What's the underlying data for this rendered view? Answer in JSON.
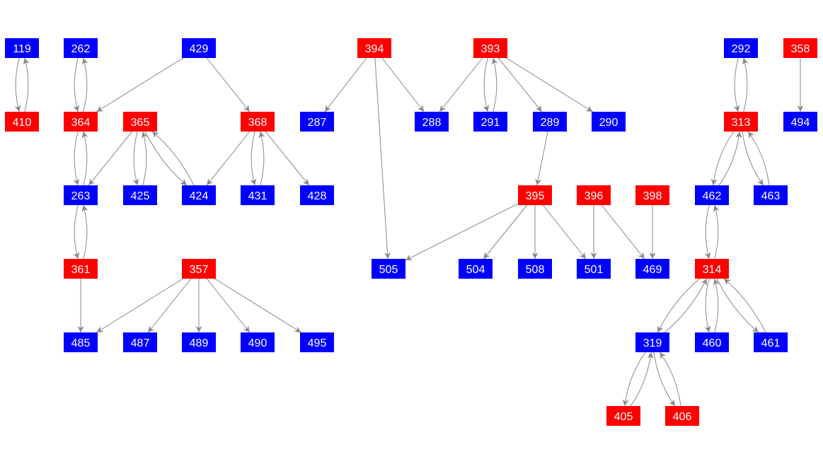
{
  "colors": {
    "red": "#ff0000",
    "blue": "#0000ff",
    "edge": "#888888"
  },
  "nodes": [
    {
      "id": "119",
      "color": "blue"
    },
    {
      "id": "262",
      "color": "blue"
    },
    {
      "id": "429",
      "color": "blue"
    },
    {
      "id": "394",
      "color": "red"
    },
    {
      "id": "393",
      "color": "red"
    },
    {
      "id": "292",
      "color": "blue"
    },
    {
      "id": "358",
      "color": "red"
    },
    {
      "id": "410",
      "color": "red"
    },
    {
      "id": "364",
      "color": "red"
    },
    {
      "id": "365",
      "color": "red"
    },
    {
      "id": "368",
      "color": "red"
    },
    {
      "id": "287",
      "color": "blue"
    },
    {
      "id": "288",
      "color": "blue"
    },
    {
      "id": "291",
      "color": "blue"
    },
    {
      "id": "289",
      "color": "blue"
    },
    {
      "id": "290",
      "color": "blue"
    },
    {
      "id": "313",
      "color": "red"
    },
    {
      "id": "494",
      "color": "blue"
    },
    {
      "id": "263",
      "color": "blue"
    },
    {
      "id": "425",
      "color": "blue"
    },
    {
      "id": "424",
      "color": "blue"
    },
    {
      "id": "431",
      "color": "blue"
    },
    {
      "id": "428",
      "color": "blue"
    },
    {
      "id": "395",
      "color": "red"
    },
    {
      "id": "396",
      "color": "red"
    },
    {
      "id": "398",
      "color": "red"
    },
    {
      "id": "462",
      "color": "blue"
    },
    {
      "id": "463",
      "color": "blue"
    },
    {
      "id": "361",
      "color": "red"
    },
    {
      "id": "357",
      "color": "red"
    },
    {
      "id": "505",
      "color": "blue"
    },
    {
      "id": "504",
      "color": "blue"
    },
    {
      "id": "508",
      "color": "blue"
    },
    {
      "id": "501",
      "color": "blue"
    },
    {
      "id": "469",
      "color": "blue"
    },
    {
      "id": "314",
      "color": "red"
    },
    {
      "id": "485",
      "color": "blue"
    },
    {
      "id": "487",
      "color": "blue"
    },
    {
      "id": "489",
      "color": "blue"
    },
    {
      "id": "490",
      "color": "blue"
    },
    {
      "id": "495",
      "color": "blue"
    },
    {
      "id": "319",
      "color": "blue"
    },
    {
      "id": "460",
      "color": "blue"
    },
    {
      "id": "461",
      "color": "blue"
    },
    {
      "id": "405",
      "color": "red"
    },
    {
      "id": "406",
      "color": "red"
    }
  ],
  "edges": [
    [
      "119",
      "410"
    ],
    [
      "410",
      "119"
    ],
    [
      "262",
      "364"
    ],
    [
      "364",
      "262"
    ],
    [
      "429",
      "364"
    ],
    [
      "429",
      "368"
    ],
    [
      "394",
      "287"
    ],
    [
      "394",
      "288"
    ],
    [
      "394",
      "505"
    ],
    [
      "393",
      "288"
    ],
    [
      "393",
      "291"
    ],
    [
      "291",
      "393"
    ],
    [
      "393",
      "289"
    ],
    [
      "393",
      "290"
    ],
    [
      "289",
      "395"
    ],
    [
      "292",
      "313"
    ],
    [
      "313",
      "292"
    ],
    [
      "358",
      "494"
    ],
    [
      "364",
      "263"
    ],
    [
      "263",
      "364"
    ],
    [
      "365",
      "263"
    ],
    [
      "365",
      "425"
    ],
    [
      "425",
      "365"
    ],
    [
      "365",
      "424"
    ],
    [
      "424",
      "365"
    ],
    [
      "368",
      "424"
    ],
    [
      "368",
      "431"
    ],
    [
      "431",
      "368"
    ],
    [
      "368",
      "428"
    ],
    [
      "313",
      "462"
    ],
    [
      "462",
      "313"
    ],
    [
      "313",
      "463"
    ],
    [
      "463",
      "313"
    ],
    [
      "263",
      "361"
    ],
    [
      "361",
      "263"
    ],
    [
      "361",
      "485"
    ],
    [
      "357",
      "485"
    ],
    [
      "357",
      "487"
    ],
    [
      "357",
      "489"
    ],
    [
      "357",
      "490"
    ],
    [
      "357",
      "495"
    ],
    [
      "395",
      "505"
    ],
    [
      "395",
      "504"
    ],
    [
      "395",
      "508"
    ],
    [
      "395",
      "501"
    ],
    [
      "396",
      "501"
    ],
    [
      "396",
      "469"
    ],
    [
      "398",
      "469"
    ],
    [
      "462",
      "314"
    ],
    [
      "314",
      "462"
    ],
    [
      "314",
      "319"
    ],
    [
      "319",
      "314"
    ],
    [
      "314",
      "460"
    ],
    [
      "460",
      "314"
    ],
    [
      "314",
      "461"
    ],
    [
      "461",
      "314"
    ],
    [
      "319",
      "405"
    ],
    [
      "405",
      "319"
    ],
    [
      "319",
      "406"
    ],
    [
      "406",
      "319"
    ]
  ]
}
